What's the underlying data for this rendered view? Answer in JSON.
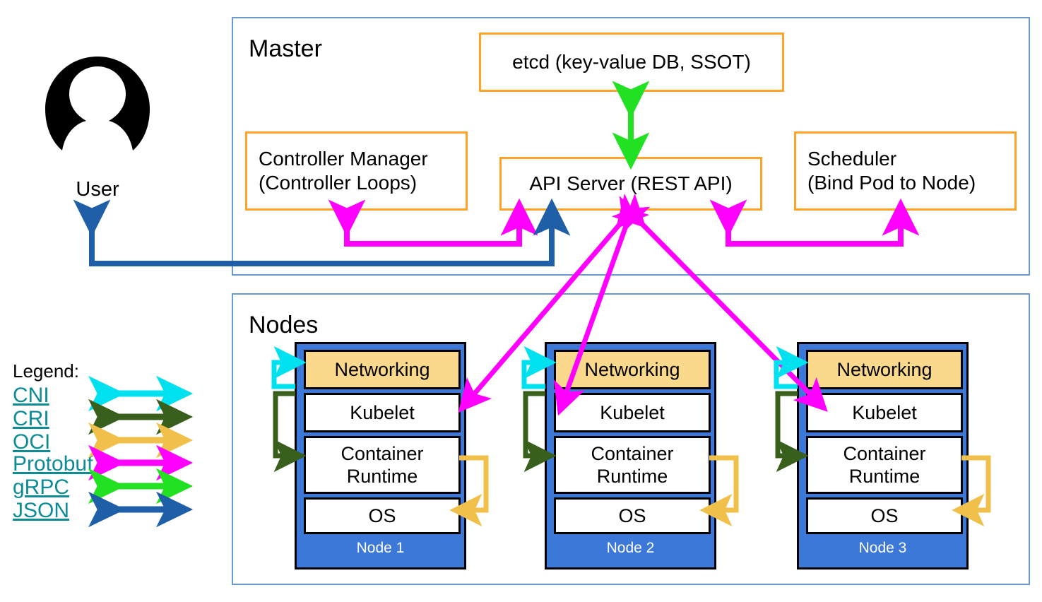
{
  "diagram": {
    "title_master": "Master",
    "title_nodes": "Nodes",
    "user": {
      "icon": "user-avatar-icon",
      "caption": "User"
    },
    "master_components": [
      {
        "id": "etcd",
        "label": "etcd (key-value DB, SSOT)"
      },
      {
        "id": "ctrlmgr",
        "label": "Controller Manager\n(Controller Loops)"
      },
      {
        "id": "apiserver",
        "label": "API Server (REST API)"
      },
      {
        "id": "scheduler",
        "label": "Scheduler\n(Bind Pod to Node)"
      }
    ],
    "node_layers": [
      "Networking",
      "Kubelet",
      "Container\nRuntime",
      "OS"
    ],
    "nodes": [
      {
        "name": "Node 1"
      },
      {
        "name": "Node 2"
      },
      {
        "name": "Node 3"
      }
    ],
    "legend": {
      "title": "Legend:",
      "items": [
        {
          "label": "CNI",
          "color": "#00E1F0"
        },
        {
          "label": "CRI",
          "color": "#38601C"
        },
        {
          "label": "OCI",
          "color": "#F0C04A"
        },
        {
          "label": "Protobuf",
          "color": "#FF00FF"
        },
        {
          "label": "gRPC",
          "color": "#22E022"
        },
        {
          "label": "JSON",
          "color": "#1F5FA8"
        }
      ]
    },
    "colors": {
      "group_border": "#6A9ACB",
      "component_border": "#FFA429",
      "node_fill": "#3C78D8",
      "networking_fill": "#FBD98C",
      "legend_link": "#0E8C96"
    }
  }
}
